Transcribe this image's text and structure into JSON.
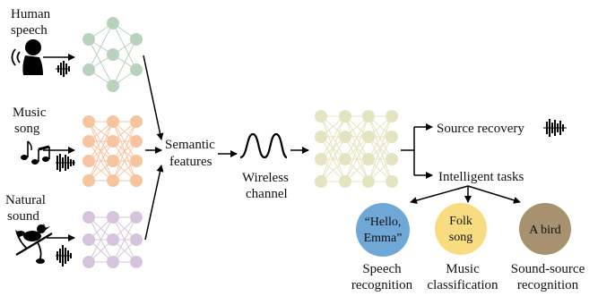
{
  "inputs": {
    "human": {
      "label_line1": "Human",
      "label_line2": "speech"
    },
    "music": {
      "label_line1": "Music",
      "label_line2": "song"
    },
    "natural": {
      "label_line1": "Natural",
      "label_line2": "sound"
    }
  },
  "middle": {
    "semantic_line1": "Semantic",
    "semantic_line2": "features",
    "wireless_line1": "Wireless",
    "wireless_line2": "channel"
  },
  "outputs": {
    "source_recovery": "Source recovery",
    "intelligent_tasks": "Intelligent tasks"
  },
  "tasks": [
    {
      "circle_line1": "“Hello,",
      "circle_line2": "Emma”",
      "label_line1": "Speech",
      "label_line2": "recognition"
    },
    {
      "circle_line1": "Folk",
      "circle_line2": "song",
      "label_line1": "Music",
      "label_line2": "classification"
    },
    {
      "circle_line1": "A bird",
      "circle_line2": "",
      "label_line1": "Sound-source",
      "label_line2": "recognition"
    }
  ],
  "colors": {
    "speech_net": "#b8d2bd",
    "music_net": "#f7c4a0",
    "natural_net": "#d6c4dc",
    "decoder_net": "#e4e4c0",
    "speech_circle": "#6fa8d6",
    "music_circle": "#f8dc80",
    "natural_circle": "#a89170"
  },
  "icons": [
    "person-speaking-icon",
    "music-notes-icon",
    "bird-on-branch-icon",
    "waveform-icon",
    "sine-wave-icon"
  ]
}
